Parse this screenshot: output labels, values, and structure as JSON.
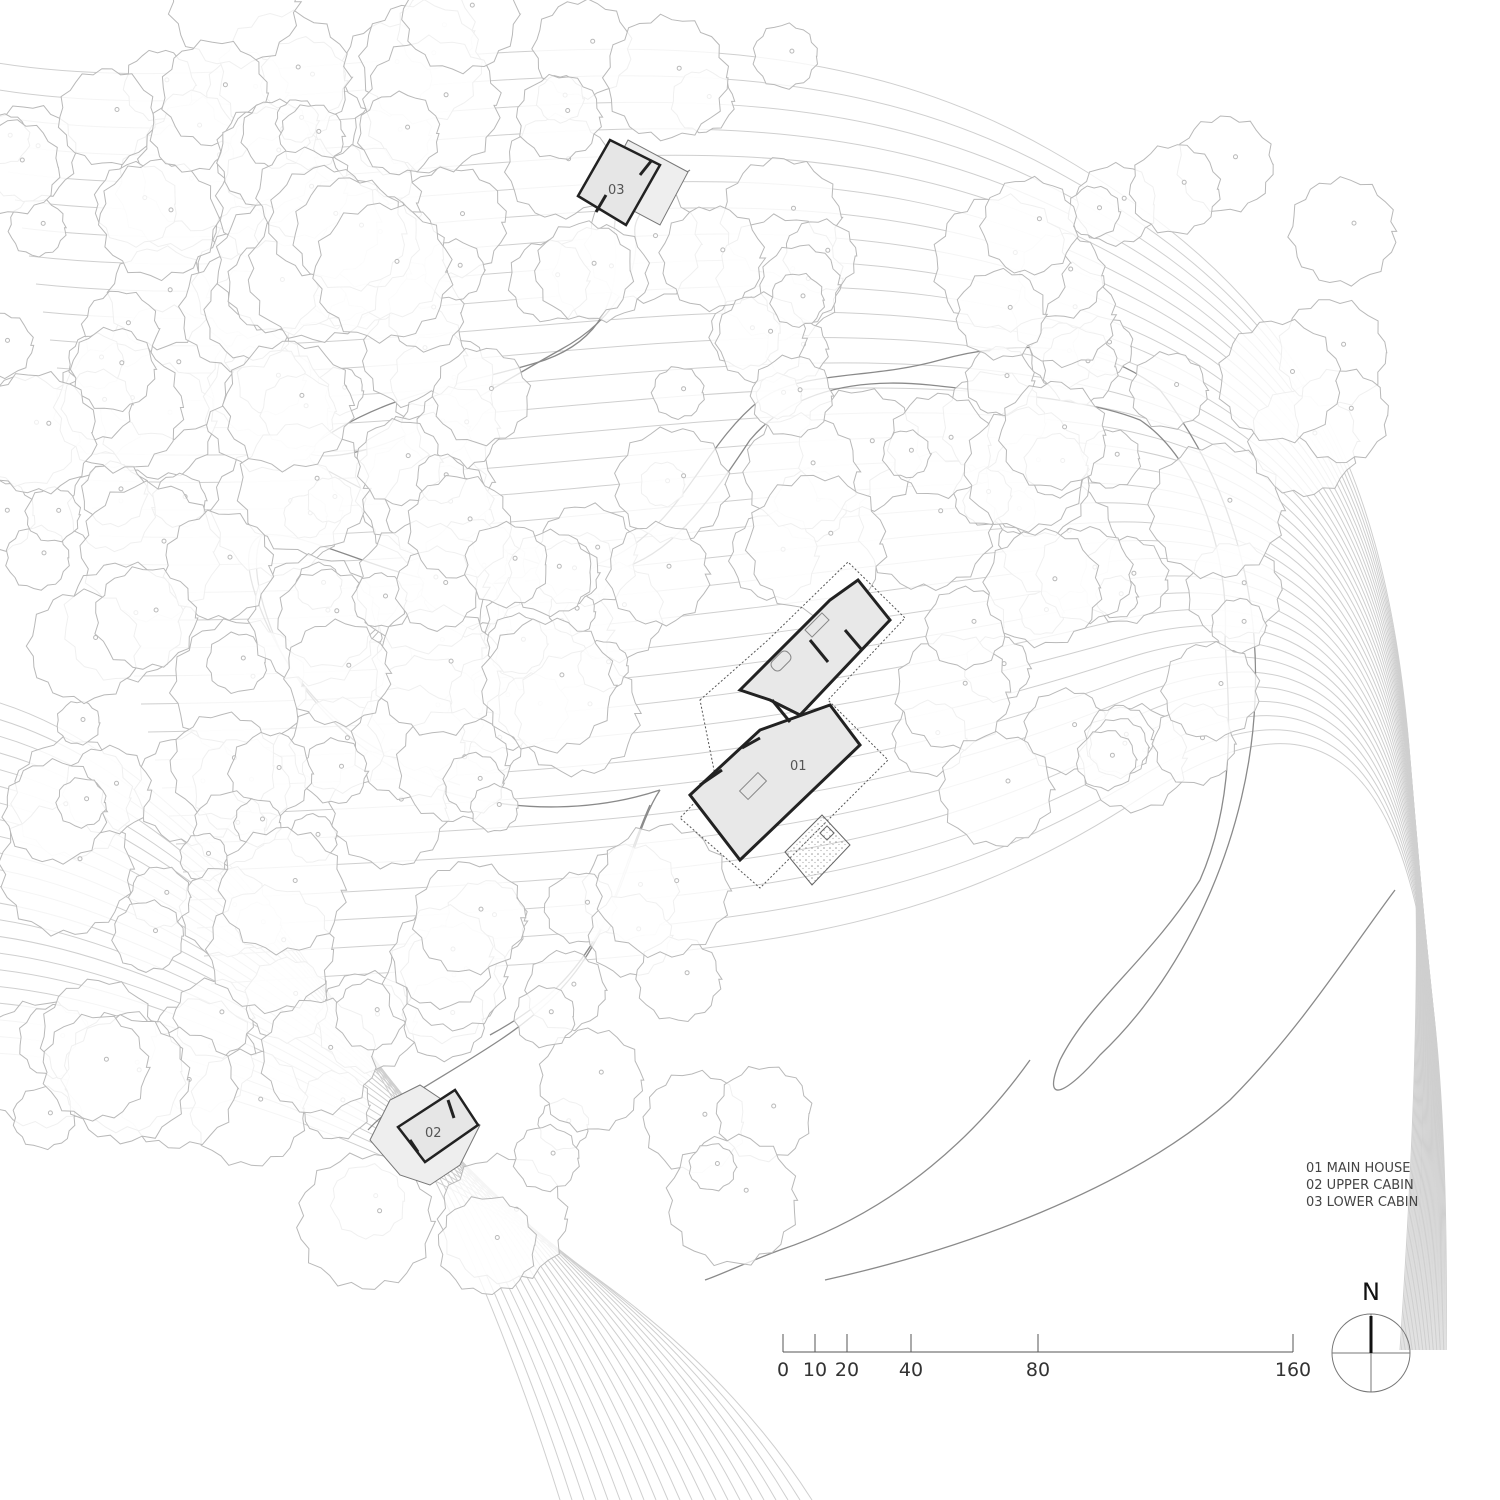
{
  "plan": {
    "buildings": [
      {
        "id": "01"
      },
      {
        "id": "02"
      },
      {
        "id": "03"
      }
    ]
  },
  "legend": [
    "01 MAIN HOUSE",
    "02 UPPER CABIN",
    "03 LOWER CABIN"
  ],
  "scale_bar": {
    "ticks": [
      "0",
      "10",
      "20",
      "40",
      "80",
      "160"
    ]
  },
  "north_arrow": {
    "label": "N"
  }
}
